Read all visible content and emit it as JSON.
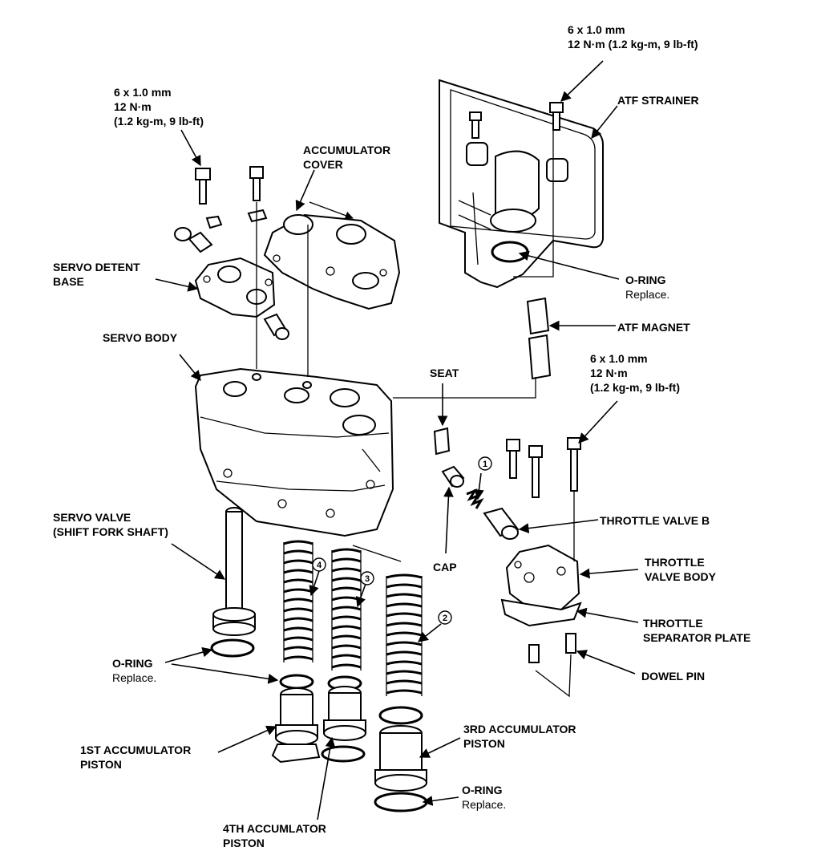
{
  "labels": {
    "bolt_top_left": {
      "spec": "6 x 1.0 mm",
      "torque": "12 N·m",
      "alt": "(1.2 kg-m, 9 lb-ft)"
    },
    "bolt_top_right": {
      "spec": "6 x 1.0 mm",
      "torque": "12 N·m (1.2 kg-m, 9 lb-ft)"
    },
    "bolt_mid_right": {
      "spec": "6 x 1.0 mm",
      "torque": "12 N·m",
      "alt": "(1.2 kg-m, 9 lb-ft)"
    },
    "accumulator_cover": [
      "ACCUMULATOR",
      "COVER"
    ],
    "atf_strainer": "ATF STRAINER",
    "servo_detent_base": [
      "SERVO DETENT",
      "BASE"
    ],
    "o_ring_top": {
      "name": "O-RING",
      "note": "Replace."
    },
    "atf_magnet": "ATF MAGNET",
    "servo_body": "SERVO BODY",
    "seat": "SEAT",
    "cap": "CAP",
    "throttle_valve_b": "THROTTLE VALVE B",
    "throttle_valve_body": [
      "THROTTLE",
      "VALVE BODY"
    ],
    "throttle_separator_plate": [
      "THROTTLE",
      "SEPARATOR PLATE"
    ],
    "servo_valve": [
      "SERVO VALVE",
      "(SHIFT FORK SHAFT)"
    ],
    "o_ring_left": {
      "name": "O-RING",
      "note": "Replace."
    },
    "dowel_pin": "DOWEL PIN",
    "first_accumulator_piston": [
      "1ST ACCUMULATOR",
      "PISTON"
    ],
    "third_accumulator_piston": [
      "3RD ACCUMULATOR",
      "PISTON"
    ],
    "o_ring_bottom": {
      "name": "O-RING",
      "note": "Replace."
    },
    "fourth_accumulator_piston": [
      "4TH ACCUMLATOR",
      "PISTON"
    ]
  },
  "callouts": [
    "1",
    "2",
    "3",
    "4"
  ]
}
